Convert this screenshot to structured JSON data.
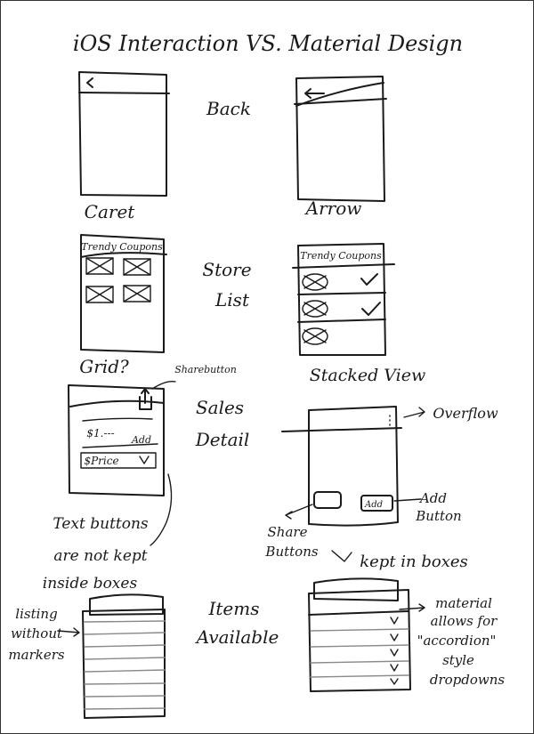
{
  "title": "iOS Interaction VS. Material Design",
  "rows": [
    {
      "topic": [
        "Back"
      ],
      "left_caption": "Caret",
      "right_caption": "Arrow"
    },
    {
      "topic": [
        "Store",
        "List"
      ],
      "mock_header": "Trendy Coupons",
      "left_caption": "Grid?",
      "right_caption": "Stacked View"
    },
    {
      "topic": [
        "Sales",
        "Detail"
      ],
      "share_button_label": "Sharebutton",
      "price_a": "$1.---",
      "price_b": "$Price",
      "add_label": "Add",
      "add_button_label": "Add",
      "overflow_label": "Overflow",
      "left_note": [
        "Text buttons",
        "are not kept",
        "inside boxes"
      ],
      "right_note": [
        "Share",
        "Buttons",
        "kept in boxes"
      ],
      "add_note": [
        "Add",
        "Button"
      ]
    },
    {
      "topic": [
        "Items",
        "Available"
      ],
      "left_note": [
        "listing",
        "without",
        "markers"
      ],
      "right_note": [
        "material",
        "allows for",
        "\"accordion\"",
        "style",
        "dropdowns"
      ]
    }
  ]
}
